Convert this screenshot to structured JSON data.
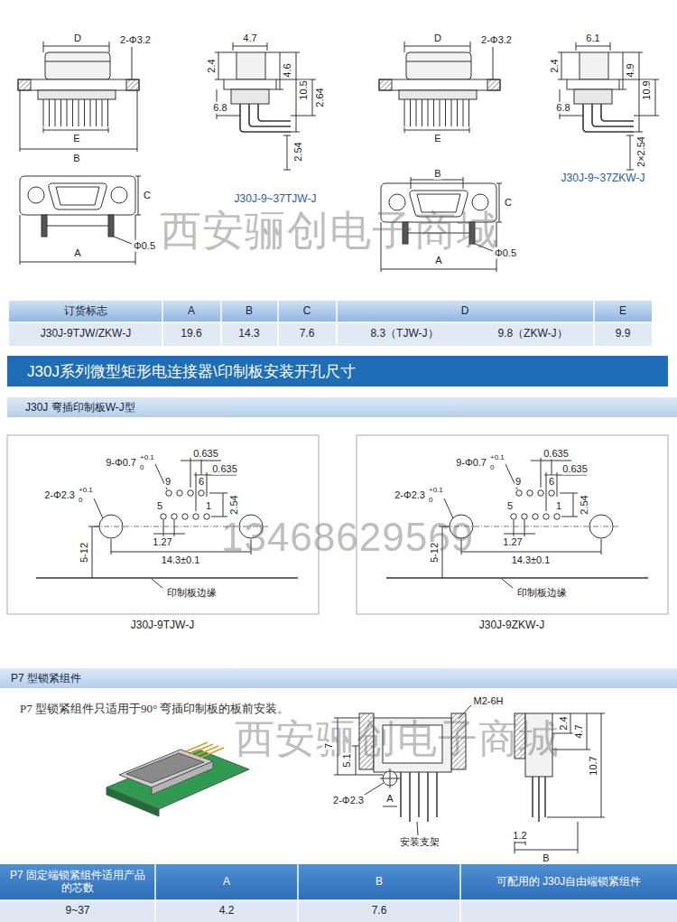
{
  "diagram": {
    "nodes": [
      {
        "text": [
          "J30J系列微型矩形电连接器\\印制板安装开孔尺寸"
        ]
      },
      {
        "text": [
          "J30J 弯插印制板W-J型"
        ]
      },
      {
        "text": [
          "P7 型锁紧组件"
        ]
      }
    ],
    "labels": [
      "D",
      "2-Φ3.2",
      "E",
      "B",
      "4.7",
      "2.4",
      "4.6",
      "10.5",
      "2.64",
      "6.8",
      "2.54",
      "J30J-9~37TJW-J",
      "C",
      "Φ0.5",
      "A",
      "D",
      "2-Φ3.2",
      "E",
      "6.1",
      "2.4",
      "4.9",
      "10.9",
      "6.8",
      "2×2.54",
      "J30J-9~37ZKW-J",
      "B",
      "C",
      "Φ0.5",
      "A",
      "西安骊创电子商城",
      "订货标志",
      "A",
      "B",
      "C",
      "D",
      "E",
      "J30J-9TJW/ZKW-J",
      "19.6",
      "14.3",
      "7.6",
      "8.3（TJW-J）",
      "9.8（ZKW-J）",
      "9.9",
      "9-Φ0.7",
      "+0.1",
      "0",
      "0.635",
      "0.635",
      "9",
      "6",
      "2-Φ2.3",
      "+0.1",
      "0",
      "5",
      "1",
      "2.54",
      "1.27",
      "5-12",
      "14.3±0.1",
      "印制板边缘",
      "J30J-9TJW-J",
      "9-Φ0.7",
      "+0.1",
      "0",
      "0.635",
      "0.635",
      "9",
      "6",
      "2-Φ2.3",
      "+0.1",
      "0",
      "5",
      "1",
      "2.54",
      "1.27",
      "5-12",
      "14.3±0.1",
      "印制板边缘",
      "J30J-9ZKW-J",
      "13468629569",
      "P7 型锁紧组件只适用于90° 弯插印制板的板前安装。",
      "M2-6H",
      "7",
      "5.1",
      "2-Φ2.3",
      "A",
      "安装支架",
      "2.4",
      "4.7",
      "10.7",
      "1.2",
      "B",
      "西安骊创电子商城",
      "P7 固定端锁紧组件适用产品的芯数",
      "A",
      "B",
      "可配用的 J30J自由端锁紧组件",
      "9~37",
      "4.2",
      "7.6"
    ]
  }
}
